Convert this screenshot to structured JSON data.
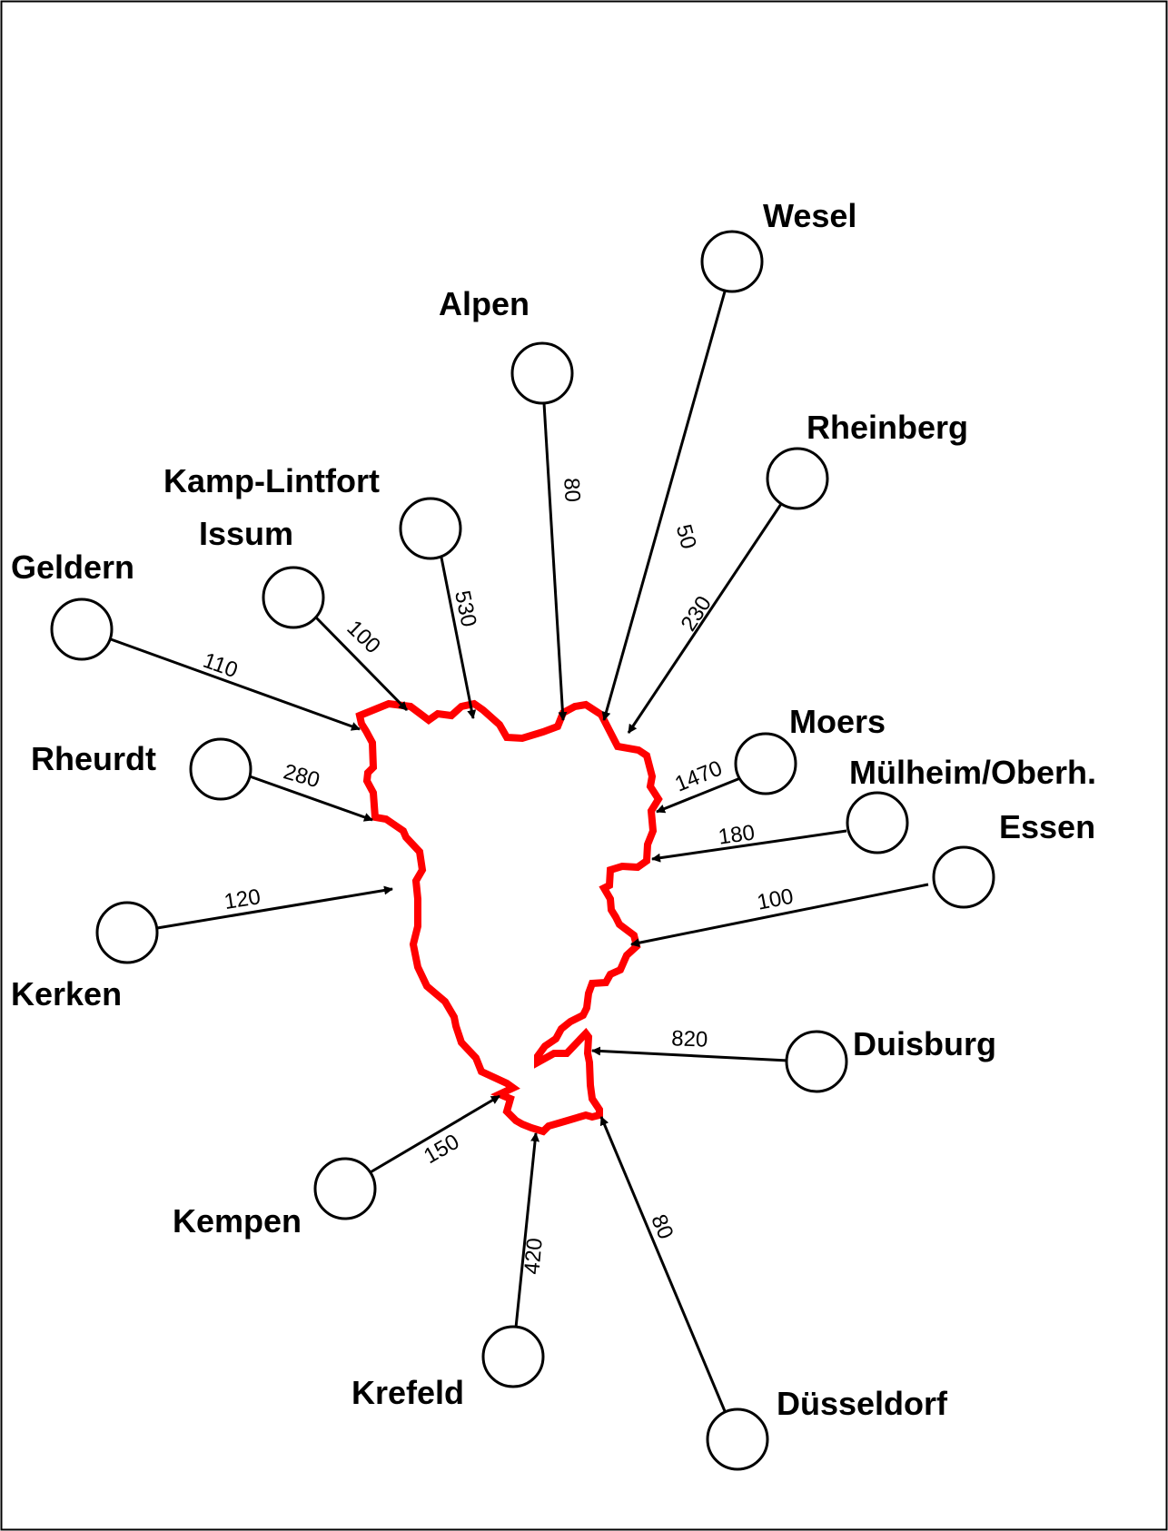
{
  "diagram": {
    "colors": {
      "outline": "#ff0000",
      "stroke": "#000000",
      "background": "#ffffff"
    },
    "target": {
      "name": "region-outline"
    },
    "flows": [
      {
        "id": "wesel",
        "place": "Wesel",
        "value": "50"
      },
      {
        "id": "alpen",
        "place": "Alpen",
        "value": "80"
      },
      {
        "id": "rheinberg",
        "place": "Rheinberg",
        "value": "230"
      },
      {
        "id": "kamp-lintfort",
        "place": "Kamp-Lintfort",
        "value": "530"
      },
      {
        "id": "issum",
        "place": "Issum",
        "value": "100"
      },
      {
        "id": "geldern",
        "place": "Geldern",
        "value": "110"
      },
      {
        "id": "rheurdt",
        "place": "Rheurdt",
        "value": "280"
      },
      {
        "id": "kerken",
        "place": "Kerken",
        "value": "120"
      },
      {
        "id": "moers",
        "place": "Moers",
        "value": "1470"
      },
      {
        "id": "muelheim",
        "place": "Mülheim/Oberh.",
        "value": "180"
      },
      {
        "id": "essen",
        "place": "Essen",
        "value": "100"
      },
      {
        "id": "duisburg",
        "place": "Duisburg",
        "value": "820"
      },
      {
        "id": "kempen",
        "place": "Kempen",
        "value": "150"
      },
      {
        "id": "krefeld",
        "place": "Krefeld",
        "value": "420"
      },
      {
        "id": "duesseldorf",
        "place": "Düsseldorf",
        "value": "80"
      }
    ]
  }
}
